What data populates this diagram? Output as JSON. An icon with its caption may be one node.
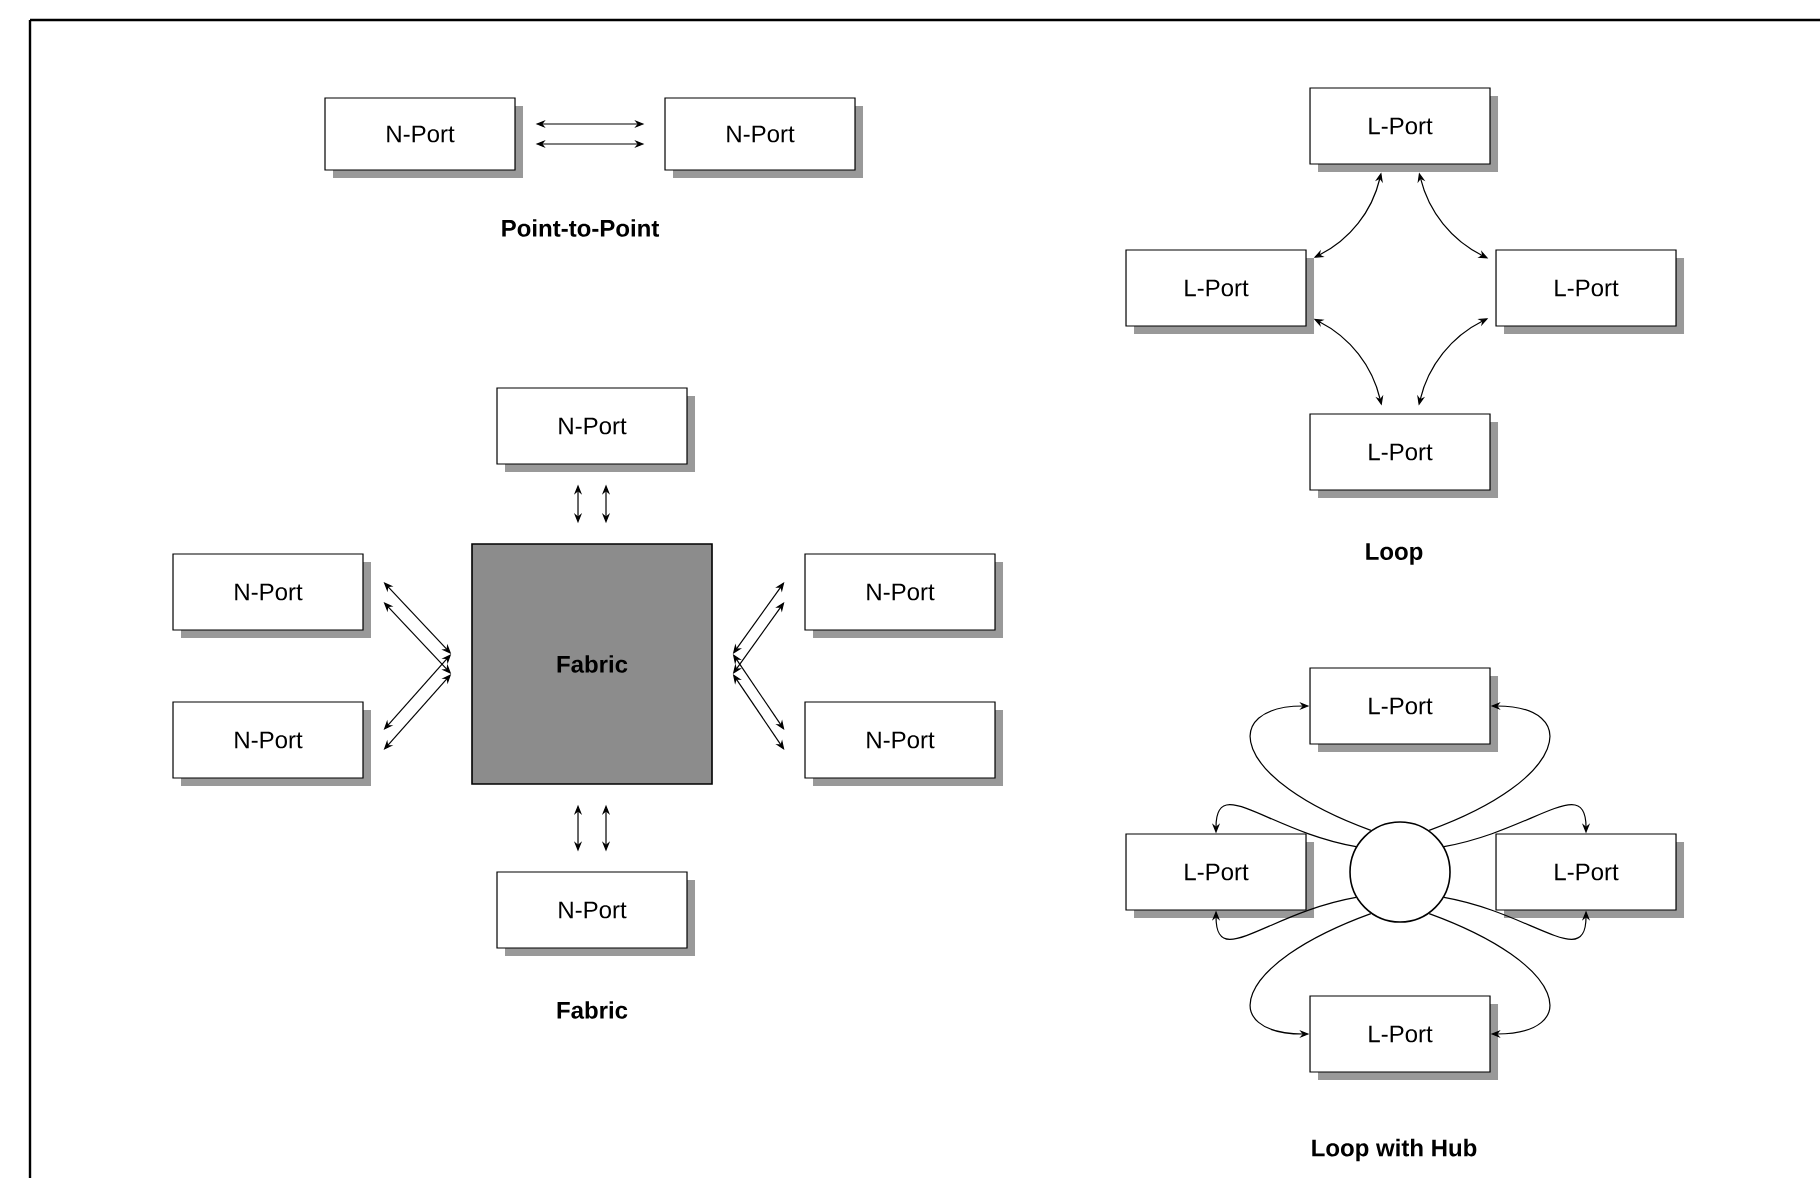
{
  "diagram": {
    "nodes": [
      {
        "text": [
          "N-Port"
        ]
      },
      {
        "text": [
          "N-Port"
        ]
      },
      {
        "text": [
          "Fabric"
        ]
      },
      {
        "text": [
          "N-Port"
        ]
      },
      {
        "text": [
          "N-Port"
        ]
      },
      {
        "text": [
          "N-Port"
        ]
      },
      {
        "text": [
          "N-Port"
        ]
      },
      {
        "text": [
          "N-Port"
        ]
      },
      {
        "text": [
          "N-Port"
        ]
      },
      {
        "text": [
          "L-Port"
        ]
      },
      {
        "text": [
          "L-Port"
        ]
      },
      {
        "text": [
          "L-Port"
        ]
      },
      {
        "text": [
          "L-Port"
        ]
      },
      {
        "text": [
          "L-Port"
        ]
      },
      {
        "text": [
          "L-Port"
        ]
      },
      {
        "text": [
          "L-Port"
        ]
      },
      {
        "text": [],
        "shape": "circle"
      },
      {
        "text": [
          "L-Port"
        ]
      }
    ],
    "edges": [
      {
        "from": 0,
        "to": 1,
        "arrow": "both"
      },
      {
        "from": 0,
        "to": 1,
        "arrow": "both"
      },
      {
        "from": 3,
        "to": 2,
        "arrow": "both"
      },
      {
        "from": 3,
        "to": 2,
        "arrow": "both"
      },
      {
        "from": 4,
        "to": 2,
        "arrow": "both"
      },
      {
        "from": 4,
        "to": 2,
        "arrow": "both"
      },
      {
        "from": 5,
        "to": 2,
        "arrow": "both"
      },
      {
        "from": 5,
        "to": 2,
        "arrow": "both"
      },
      {
        "from": 6,
        "to": 2,
        "arrow": "both"
      },
      {
        "from": 6,
        "to": 2,
        "arrow": "both"
      },
      {
        "from": 7,
        "to": 2,
        "arrow": "both"
      },
      {
        "from": 7,
        "to": 2,
        "arrow": "both"
      },
      {
        "from": 8,
        "to": 2,
        "arrow": "both"
      },
      {
        "from": 8,
        "to": 2,
        "arrow": "both"
      },
      {
        "from": 9,
        "to": 10,
        "arrow": "both"
      },
      {
        "from": 9,
        "to": 11,
        "arrow": "both"
      },
      {
        "from": 10,
        "to": 12,
        "arrow": "both"
      },
      {
        "from": 11,
        "to": 12,
        "arrow": "both"
      },
      {
        "from": 16,
        "to": 13,
        "arrow": "to"
      },
      {
        "from": 16,
        "to": 13,
        "arrow": "to"
      },
      {
        "from": 16,
        "to": 14,
        "arrow": "to"
      },
      {
        "from": 16,
        "to": 14,
        "arrow": "to"
      },
      {
        "from": 16,
        "to": 15,
        "arrow": "to"
      },
      {
        "from": 16,
        "to": 15,
        "arrow": "to"
      },
      {
        "from": 16,
        "to": 17,
        "arrow": "to"
      },
      {
        "from": 16,
        "to": 17,
        "arrow": "to"
      }
    ],
    "labels": [
      "Point-to-Point",
      "Loop",
      "Fabric",
      "Loop with Hub"
    ]
  }
}
